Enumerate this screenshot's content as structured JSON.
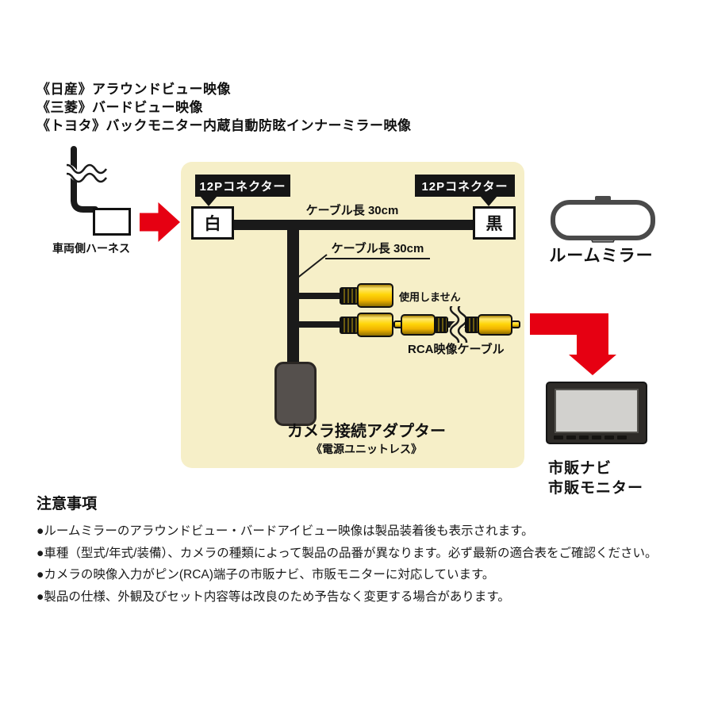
{
  "header": {
    "compat_lines": [
      "《日産》アラウンドビュー映像",
      "《三菱》バードビュー映像",
      "《トヨタ》バックモニター内蔵自動防眩インナーミラー映像"
    ]
  },
  "diagram": {
    "harness_label": "車両側ハーネス",
    "connector_tag_left": "12Pコネクター",
    "connector_tag_right": "12Pコネクター",
    "connector_white": "白",
    "connector_black": "黒",
    "cable_length_top": "ケーブル長 30cm",
    "cable_length_branch": "ケーブル長 30cm",
    "unused_label": "使用しません",
    "rca_cable_label": "RCA映像ケーブル",
    "adapter_title": "カメラ接続アダプター",
    "adapter_subtitle": "《電源ユニットレス》",
    "mirror_label": "ルームミラー",
    "monitor_labels": [
      "市販ナビ",
      "市販モニター"
    ]
  },
  "notes": {
    "heading": "注意事項",
    "items": [
      "●ルームミラーのアラウンドビュー・バードアイビュー映像は製品装着後も表示されます。",
      "●車種（型式/年式/装備）、カメラの種類によって製品の品番が異なります。必ず最新の適合表をご確認ください。",
      "●カメラの映像入力がピン(RCA)端子の市販ナビ、市販モニターに対応しています。",
      "●製品の仕様、外観及びセット内容等は改良のため予告なく変更する場合があります。"
    ]
  },
  "colors": {
    "accent_red": "#e60012",
    "panel_beige": "#f6efc8",
    "rca_yellow": "#ffd60a",
    "cable_black": "#1a1a1a"
  }
}
